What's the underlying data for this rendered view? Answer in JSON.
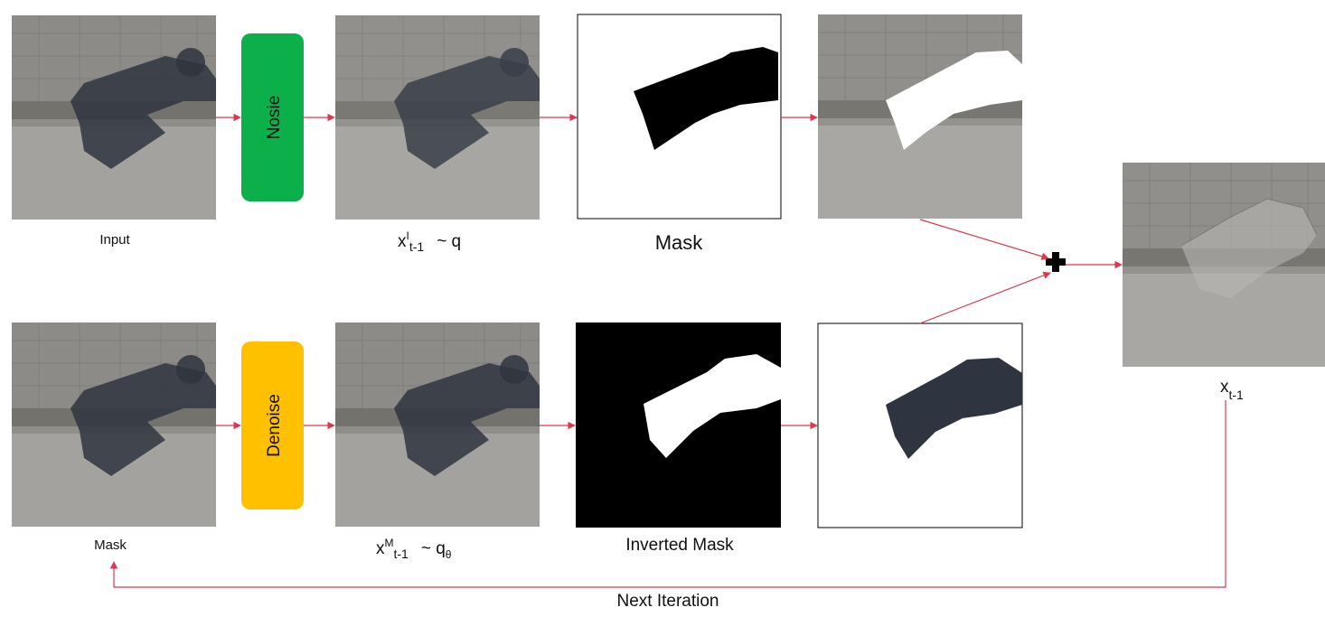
{
  "top_row": {
    "input_label": "Input",
    "step_label": "Nosie",
    "noisy_label": {
      "base": "x",
      "sup": "I",
      "sub": "t-1",
      "tail": "~ q"
    },
    "mask_label": "Mask"
  },
  "bottom_row": {
    "mask_label": "Mask",
    "step_label": "Denoise",
    "denoised_label": {
      "base": "x",
      "sup": "M",
      "sub": "t-1",
      "tail": "~  q",
      "tail_sub": "θ"
    },
    "inverted_label": "Inverted Mask"
  },
  "output_label": {
    "base": "x",
    "sub": "t-1"
  },
  "loop_label": "Next Iteration",
  "colors": {
    "arrow": "#e0354a",
    "noise_box": "#0bb04a",
    "denoise_box": "#ffc000",
    "shadow": "#2f3540",
    "pavement": "#9b9a96",
    "bricks": "#8a8985",
    "curb": "#6f6d68"
  }
}
